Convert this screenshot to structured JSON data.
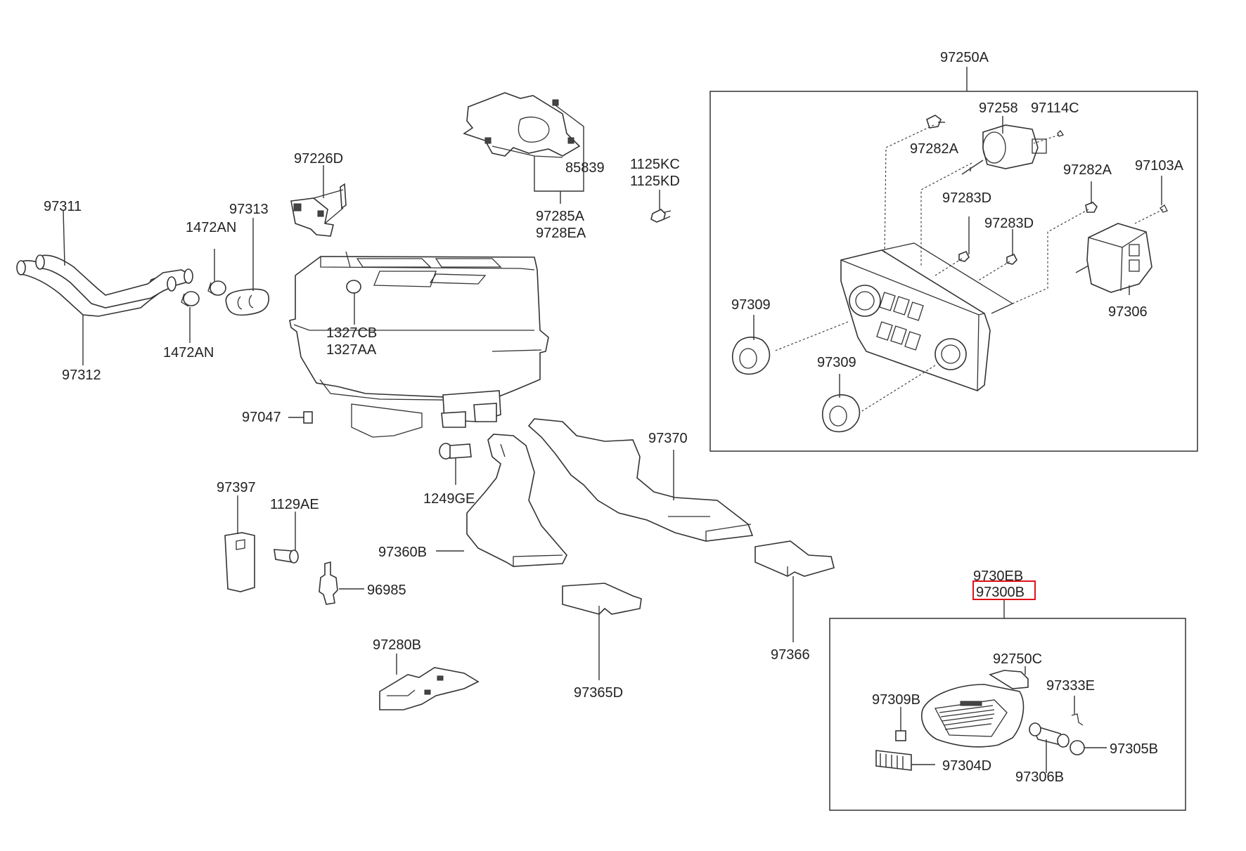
{
  "labels": {
    "p97250A": "97250A",
    "p97258": "97258",
    "p97114C": "97114C",
    "p97282A_1": "97282A",
    "p97282A_2": "97282A",
    "p97103A": "97103A",
    "p97283D_1": "97283D",
    "p97283D_2": "97283D",
    "p97309_1": "97309",
    "p97309_2": "97309",
    "p97306": "97306",
    "p85839": "85839",
    "p97285A": "97285A",
    "p9728EA": "9728EA",
    "p1125KC": "1125KC",
    "p1125KD": "1125KD",
    "p97226D": "97226D",
    "p97311": "97311",
    "p97313": "97313",
    "p1472AN_1": "1472AN",
    "p1472AN_2": "1472AN",
    "p97312": "97312",
    "p1327CB": "1327CB",
    "p1327AA": "1327AA",
    "p97047": "97047",
    "p97370": "97370",
    "p1249GE": "1249GE",
    "p97397": "97397",
    "p1129AE": "1129AE",
    "p97360B": "97360B",
    "p96985": "96985",
    "p97280B": "97280B",
    "p97365D": "97365D",
    "p97366": "97366",
    "p9730EB": "9730EB",
    "p97300B": "97300B",
    "p92750C": "92750C",
    "p97333E": "97333E",
    "p97309B": "97309B",
    "p97305B": "97305B",
    "p97304D": "97304D",
    "p97306B": "97306B"
  },
  "highlight_color": "#e0101a"
}
